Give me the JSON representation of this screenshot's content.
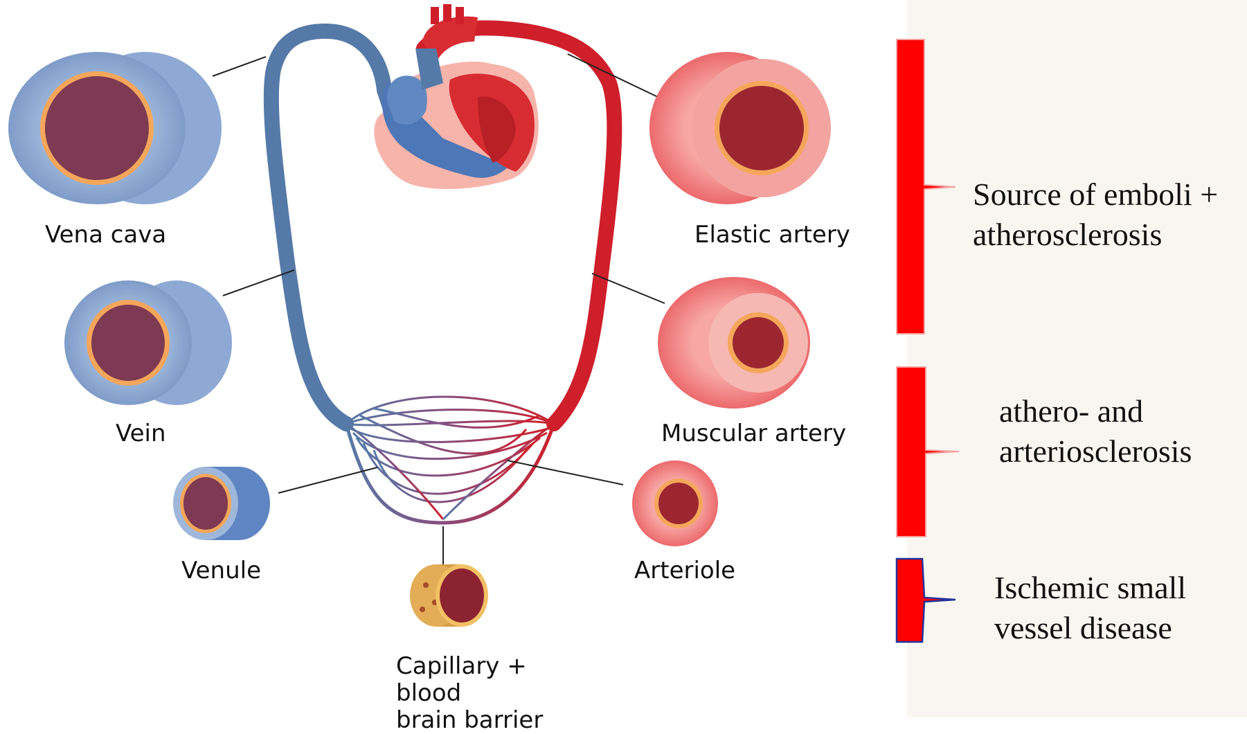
{
  "vessels": {
    "vena_cava": "Vena cava",
    "vein": "Vein",
    "venule": "Venule",
    "capillary_line1": "Capillary + blood",
    "capillary_line2": "brain barrier",
    "arteriole": "Arteriole",
    "muscular_artery": "Muscular artery",
    "elastic_artery": "Elastic artery"
  },
  "diseases": {
    "top": [
      "Source of emboli +",
      "atherosclerosis"
    ],
    "middle": [
      "athero- and",
      "arteriosclerosis"
    ],
    "bottom": [
      "Ischemic small",
      "vessel disease"
    ]
  },
  "colors": {
    "venous": "#557aa8",
    "arterial": "#cf1f2a",
    "bracket": "#ff0000",
    "panel_bg": "#f9f6f1"
  }
}
